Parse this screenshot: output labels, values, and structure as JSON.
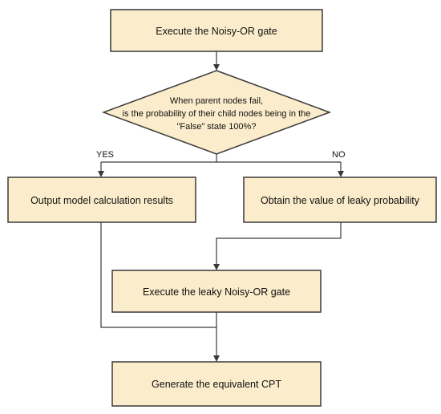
{
  "nodes": {
    "start": {
      "label": "Execute the Noisy-OR gate"
    },
    "decision": {
      "line1": "When parent nodes fail,",
      "line2": "is the probability of their child nodes being in the",
      "line3": "\"False\" state 100%?"
    },
    "output_results": {
      "label": "Output model calculation results"
    },
    "obtain_leaky": {
      "label": "Obtain the value of leaky probability"
    },
    "leaky_gate": {
      "label": "Execute the leaky Noisy-OR gate"
    },
    "generate_cpt": {
      "label": "Generate the equivalent CPT"
    }
  },
  "branches": {
    "yes": "YES",
    "no": "NO"
  },
  "colors": {
    "box_fill": "#fbeccb",
    "stroke": "#3a3a3a"
  }
}
